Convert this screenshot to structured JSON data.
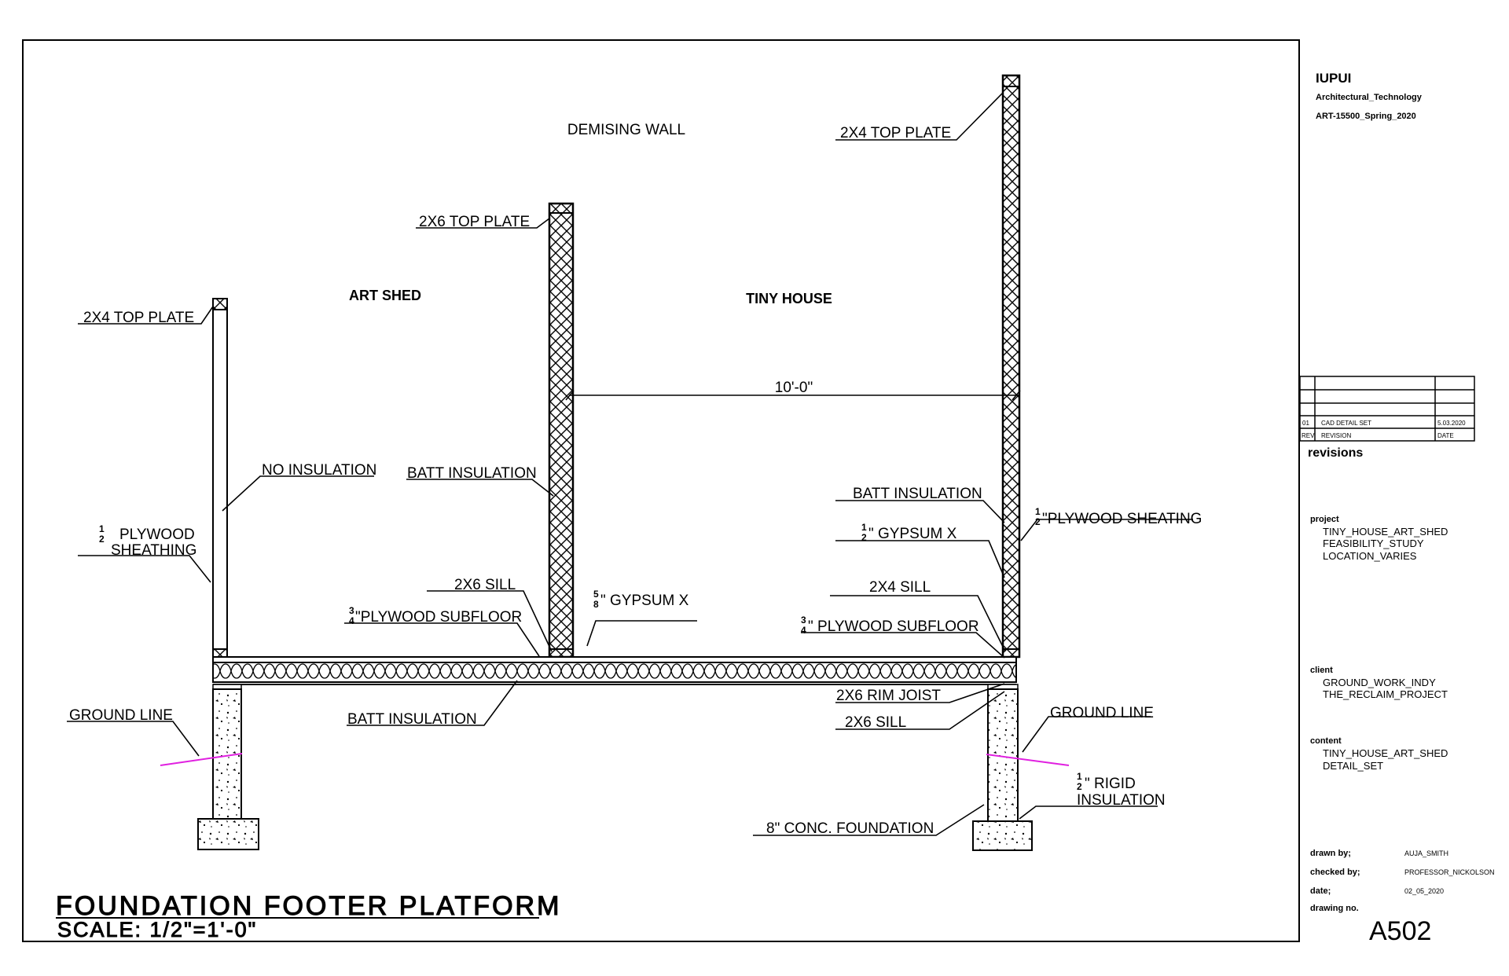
{
  "rooms": {
    "demising_wall": "DEMISING WALL",
    "art_shed": "ART SHED",
    "tiny_house": "TINY HOUSE"
  },
  "dimension": "10'-0\"",
  "labels": {
    "left_top_plate": "2X4 TOP PLATE",
    "no_insulation": "NO INSULATION",
    "plywood_sheathing_1": "PLYWOOD",
    "plywood_sheathing_2": "SHEATHING",
    "ground_line_left": "GROUND LINE",
    "batt_insulation_floor": "BATT INSULATION",
    "mid_top_plate": "2X6 TOP PLATE",
    "batt_insulation_mid": "BATT INSULATION",
    "sill_mid": "2X6 SILL",
    "plywood_subfloor_left": "\"PLYWOOD SUBFLOOR",
    "gypsum_mid": "\" GYPSUM X",
    "right_top_plate": "2X4 TOP PLATE",
    "batt_insulation_right": "BATT INSULATION",
    "gypsum_right": "\" GYPSUM X",
    "plywood_sheating_right": "\"PLYWOOD SHEATING",
    "sill_right": "2X4 SILL",
    "plywood_subfloor_right": "\" PLYWOOD SUBFLOOR",
    "rim_joist": "2X6 RIM JOIST",
    "sill_bottom": "2X6 SILL",
    "ground_line_right": "GROUND LINE",
    "rigid_1": "\" RIGID",
    "rigid_2": "INSULATION",
    "foundation": "8\" CONC. FOUNDATION"
  },
  "fractions": {
    "half_num": "1",
    "half_den": "2",
    "three_quarter_num": "3",
    "three_quarter_den": "4",
    "five_eighth_num": "5",
    "five_eighth_den": "8"
  },
  "drawing_title": "FOUNDATION FOOTER PLATFORM",
  "drawing_scale": "SCALE: 1/2\"=1'-0\"",
  "title_block": {
    "school": "IUPUI",
    "program": "Architectural_Technology",
    "course": "ART-15500_Spring_2020",
    "revisions_rows": [
      {
        "num": "01",
        "desc": "CAD DETAIL SET",
        "date": "5.03.2020"
      },
      {
        "num": "REV",
        "desc": "REVISION",
        "date": "DATE"
      }
    ],
    "revisions_label": "revisions",
    "project_label": "project",
    "project_lines": [
      "TINY_HOUSE_ART_SHED",
      "FEASIBILITY_STUDY",
      "LOCATION_VARIES"
    ],
    "client_label": "client",
    "client_lines": [
      "GROUND_WORK_INDY",
      "THE_RECLAIM_PROJECT"
    ],
    "content_label": "content",
    "content_lines": [
      "TINY_HOUSE_ART_SHED",
      "DETAIL_SET"
    ],
    "drawn_by_label": "drawn by;",
    "drawn_by": "AUJA_SMITH",
    "checked_by_label": "checked by;",
    "checked_by": "PROFESSOR_NICKOLSON",
    "date_label": "date;",
    "date": "02_05_2020",
    "drawing_no_label": "drawing no.",
    "drawing_no": "A502"
  },
  "colors": {
    "ground_line": "#e020e0",
    "line": "#000000"
  }
}
